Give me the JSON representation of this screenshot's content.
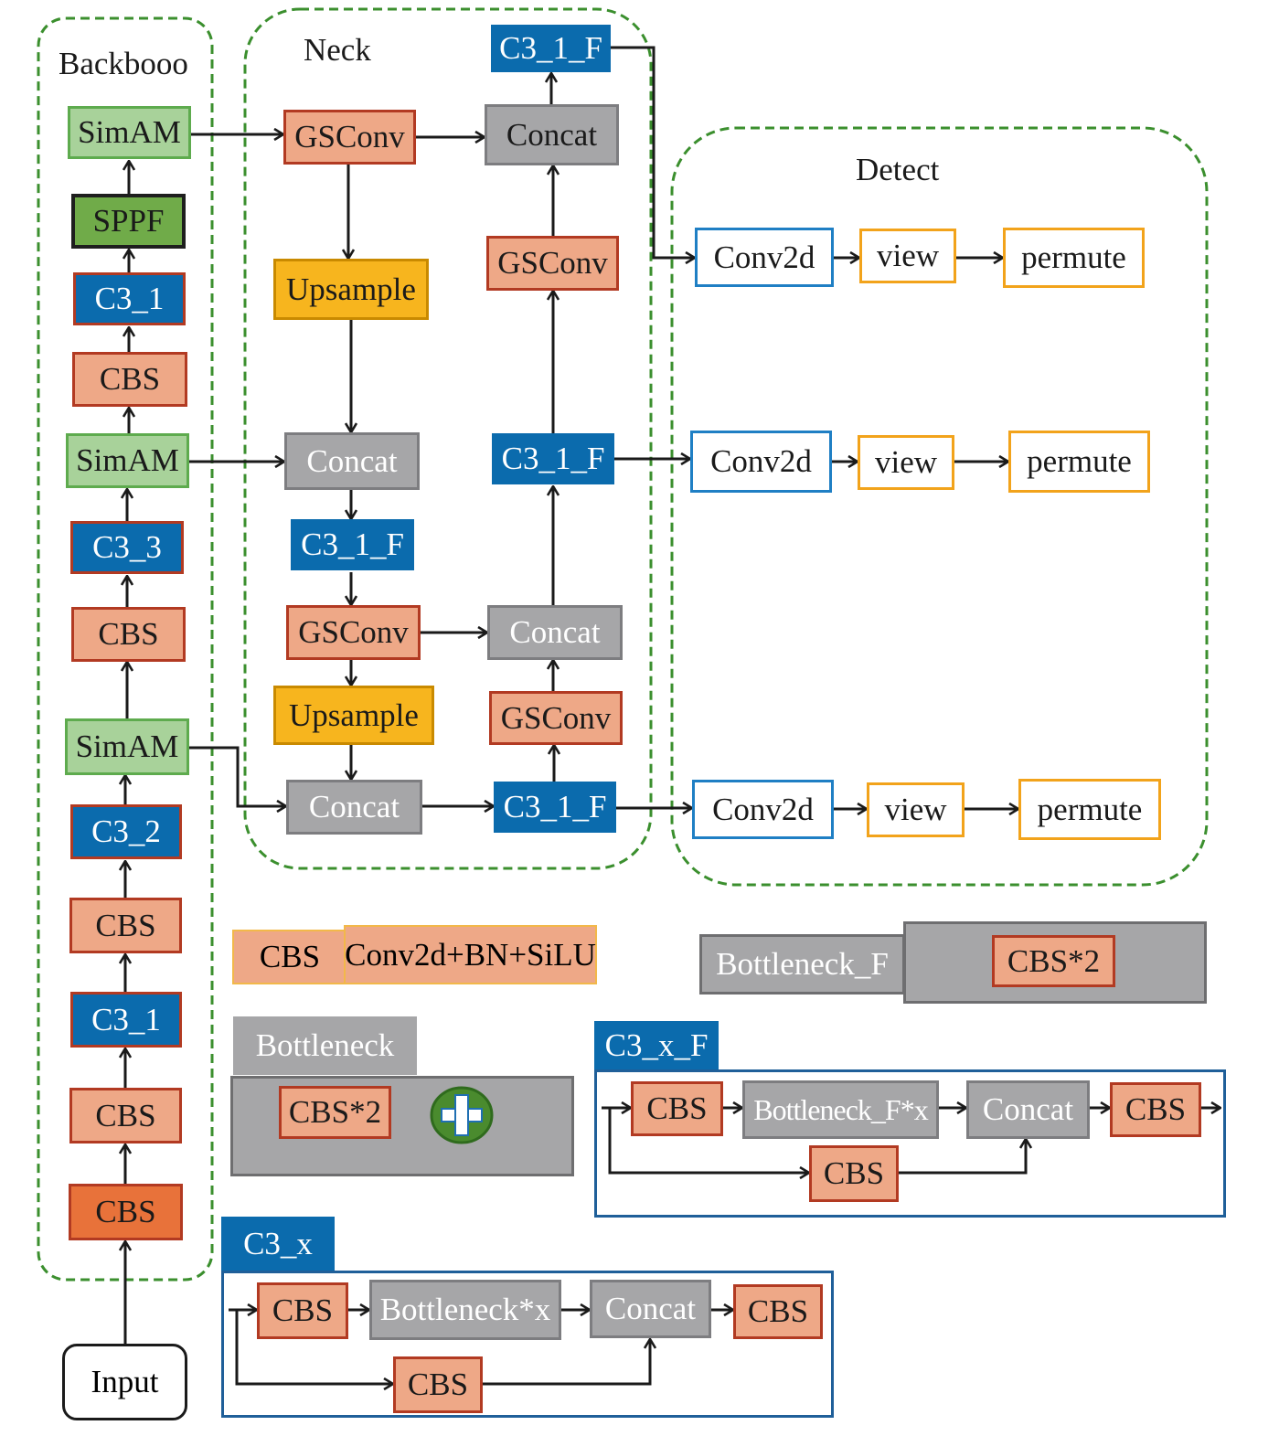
{
  "backbone": {
    "title": "Backbooo",
    "simam_top": "SimAM",
    "sppf": "SPPF",
    "c3_1_top": "C3_1",
    "cbs_a": "CBS",
    "simam_mid": "SimAM",
    "c3_3": "C3_3",
    "cbs_b": "CBS",
    "simam_low": "SimAM",
    "c3_2": "C3_2",
    "cbs_c": "CBS",
    "c3_1_low": "C3_1",
    "cbs_d": "CBS",
    "cbs_first": "CBS",
    "input": "Input"
  },
  "neck": {
    "title": "Neck",
    "gsconv_top": "GSConv",
    "concat_top": "Concat",
    "c3_1_f_top": "C3_1_F",
    "upsample_1": "Upsample",
    "gsconv_right": "GSConv",
    "concat_mid": "Concat",
    "c3_1_f_right": "C3_1_F",
    "c3_1_f_left": "C3_1_F",
    "gsconv_mid": "GSConv",
    "concat_low": "Concat",
    "upsample_2": "Upsample",
    "gsconv_low": "GSConv",
    "concat_bottom": "Concat",
    "c3_1_f_bottom": "C3_1_F"
  },
  "detect": {
    "title": "Detect",
    "rows": [
      {
        "conv": "Conv2d",
        "view": "view",
        "permute": "permute"
      },
      {
        "conv": "Conv2d",
        "view": "view",
        "permute": "permute"
      },
      {
        "conv": "Conv2d",
        "view": "view",
        "permute": "permute"
      }
    ]
  },
  "legend": {
    "cbs_label": "CBS",
    "cbs_def": "Conv2d+BN+SiLU",
    "bottleneck_f_label": "Bottleneck_F",
    "bottleneck_f_cbs": "CBS*2",
    "bottleneck_label": "Bottleneck",
    "bottleneck_cbs": "CBS*2",
    "c3xf_label": "C3_x_F",
    "c3xf_cbs1": "CBS",
    "c3xf_bottleneck": "Bottleneck_F*x",
    "c3xf_concat": "Concat",
    "c3xf_cbs2": "CBS",
    "c3xf_cbs_skip": "CBS",
    "c3x_label": "C3_x",
    "c3x_cbs1": "CBS",
    "c3x_bottleneck": "Bottleneck*x",
    "c3x_concat": "Concat",
    "c3x_cbs2": "CBS",
    "c3x_cbs_skip": "CBS"
  },
  "colors": {
    "simam": "#a8d29a",
    "sppf": "#70ab49",
    "c3": "#0b6bad",
    "cbs": "#eea887",
    "concat": "#a6a6a8",
    "upsample": "#f7b51e",
    "dashed_border": "#3b8f2e"
  }
}
